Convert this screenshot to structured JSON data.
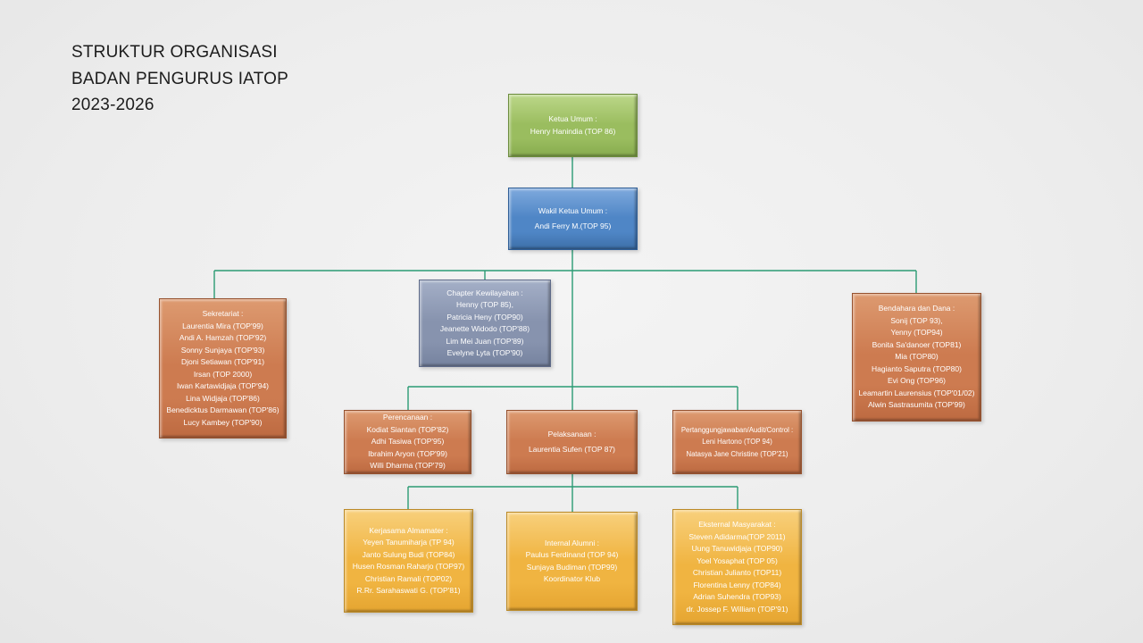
{
  "title": {
    "lines": [
      "STRUKTUR ORGANISASI",
      "BADAN PENGURUS IATOP",
      "2023-2026"
    ]
  },
  "colors": {
    "connector": "#2b9b74",
    "green": "#9abd5f",
    "blue": "#4f86c6",
    "slate": "#8793ae",
    "orange": "#cd7b50",
    "yellow": "#f0b441"
  },
  "nodes": {
    "ketua_umum": {
      "lines": [
        "Ketua Umum :",
        "Henry Hanindia (TOP 86)"
      ]
    },
    "wakil_ketua_umum": {
      "lines": [
        "Wakil Ketua Umum :",
        "Andi Ferry  M.(TOP 95)"
      ]
    },
    "chapter_kewilayahan": {
      "lines": [
        "Chapter Kewilayahan  :",
        "Henny  (TOP 85),",
        "Patricia  Heny (TOP90)",
        "Jeanette  Widodo (TOP'88)",
        "Lim Mei Juan (TOP'89)",
        "Evelyne  Lyta (TOP'90)"
      ]
    },
    "sekretariat": {
      "lines": [
        "Sekretariat   :",
        "Laurentia  Mira (TOP'99)",
        "Andi A. Hamzah  (TOP'92)",
        "Sonny Sunjaya  (TOP'93)",
        "Djoni Setiawan   (TOP'91)",
        "Irsan  (TOP 2000)",
        "Iwan Kartawidjaja   (TOP'94)",
        "Lina Widjaja (TOP'86)",
        "Benedicktus  Darmawan   (TOP'86)",
        "Lucy Kambey  (TOP'90)"
      ]
    },
    "bendahara_dana": {
      "lines": [
        "Bendahara  dan Dana :",
        "Sonij (TOP 93),",
        "Yenny (TOP94)",
        "Bonita Sa'danoer  (TOP81)",
        "Mia (TOP80)",
        "Hagianto Saputra  (TOP80)",
        "Evi Ong (TOP96)",
        "Leamartin  Laurensius  (TOP'01/02)",
        "Alwin Sastrasumita  (TOP'99)"
      ]
    },
    "perencanaan": {
      "lines": [
        "Perencanaan   :",
        "Kodiat Siantan  (TOP'82)",
        "Adhi Tasiwa  (TOP'95)",
        "Ibrahim  Aryon (TOP'99)",
        "Willi Dharma  (TOP'79)"
      ]
    },
    "pelaksanaan": {
      "lines": [
        "Pelaksanaan  :",
        "Laurentia  Sufen  (TOP 87)"
      ]
    },
    "pertanggungjawaban": {
      "lines": [
        "Pertanggungjawaban/Audit/Control   :",
        "Leni Hartono  (TOP 94)",
        "Natasya Jane Christine (TOP'21)"
      ]
    },
    "kerjasama_almamater": {
      "lines": [
        "Kerjasama  Almamater  :",
        "Yeyen  Tanumiharja   (TP 94)",
        "Janto Sulung Budi (TOP84)",
        "Husen Rosman Raharjo (TOP97)",
        "Christian  Ramali  (TOP02)",
        "R.Rr. Sarahaswati  G. (TOP'81)"
      ]
    },
    "internal_alumni": {
      "lines": [
        "Internal  Alumni :",
        "Paulus Ferdinand  (TOP 94)",
        "Sunjaya Budiman  (TOP99)",
        "Koordinator Klub"
      ]
    },
    "eksternal_masyarakat": {
      "lines": [
        "Eksternal  Masyarakat  :",
        "Steven  Adidarma(TOP  2011)",
        "Uung Tanuwidjaja   (TOP90)",
        "Yoel Yosaphat  (TOP 05)",
        "Christian  Julianto  (TOP11)",
        "Florentina  Lenny  (TOP84)",
        "Adrian Suhendra (TOP93)",
        "dr. Jossep F. William  (TOP'91)"
      ]
    }
  }
}
